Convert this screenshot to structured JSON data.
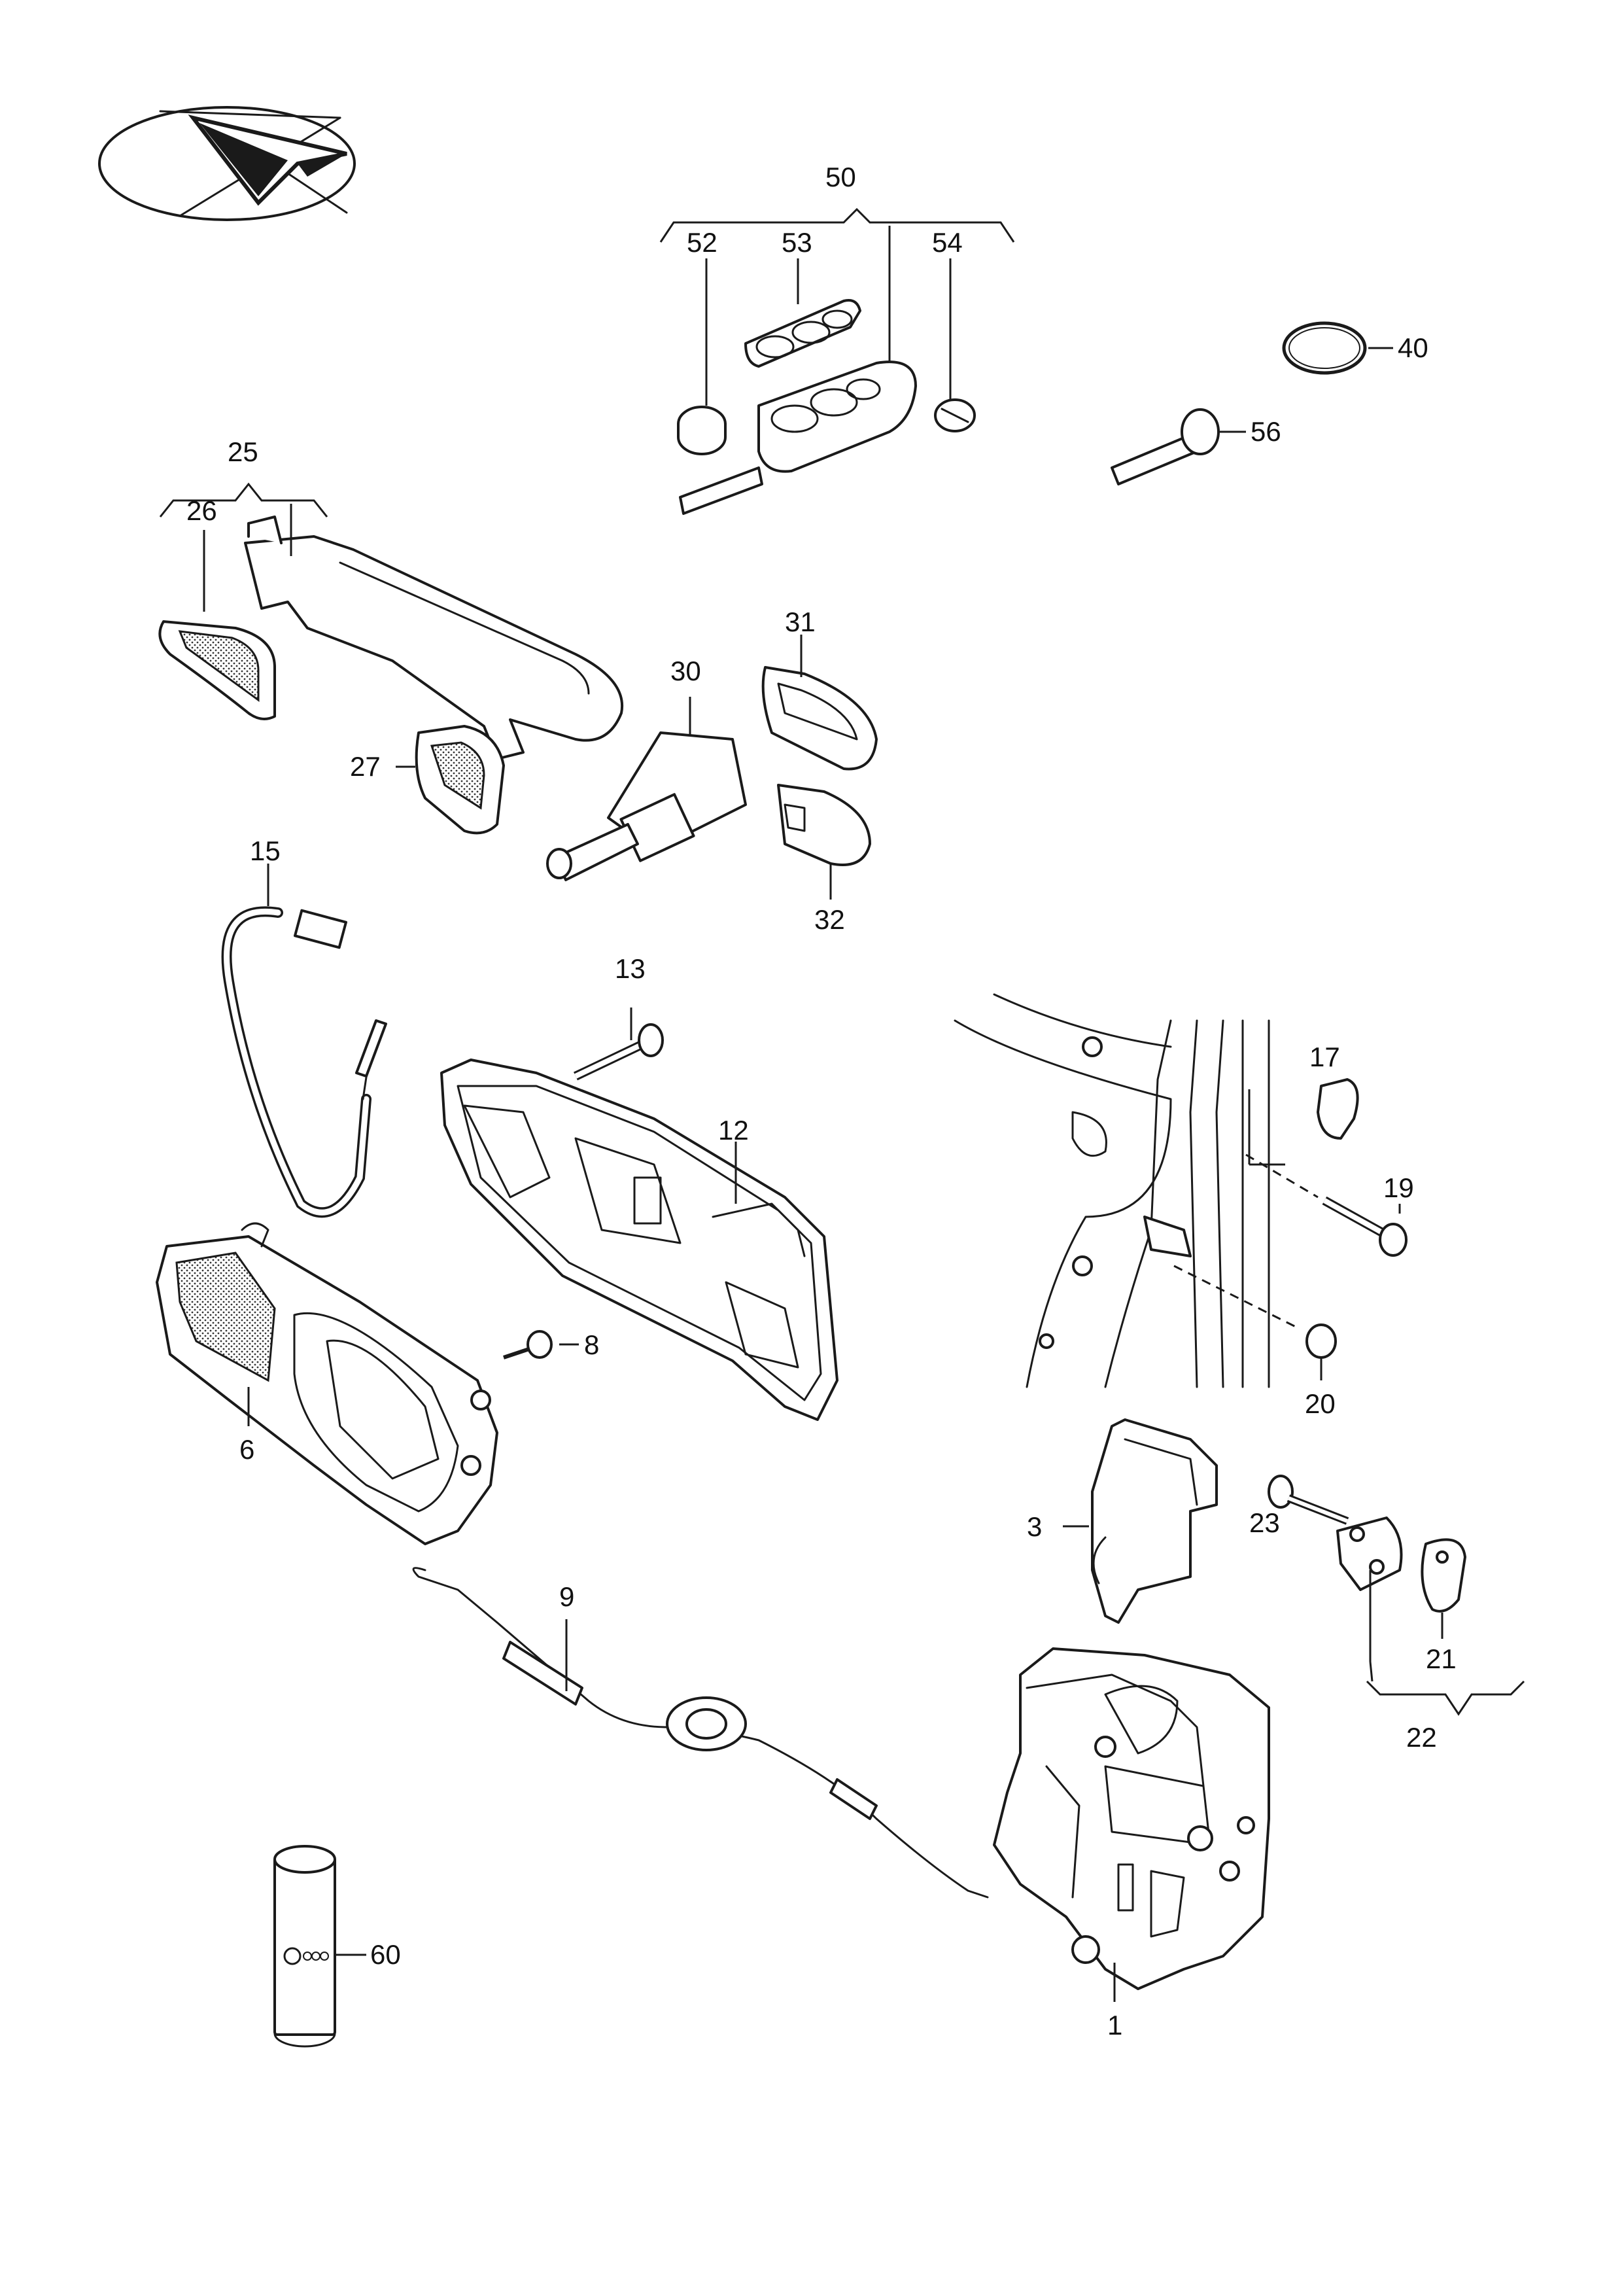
{
  "labels": {
    "p50": "50",
    "p52": "52",
    "p53": "53",
    "p54": "54",
    "p40": "40",
    "p56": "56",
    "p25": "25",
    "p26": "26",
    "p27": "27",
    "p30": "30",
    "p31": "31",
    "p32": "32",
    "p15": "15",
    "p13": "13",
    "p12": "12",
    "p17": "17",
    "p19": "19",
    "p20": "20",
    "p8": "8",
    "p6": "6",
    "p3": "3",
    "p23": "23",
    "p21": "21",
    "p22": "22",
    "p9": "9",
    "p1": "1",
    "p60": "60"
  },
  "icons": {
    "orientation": "direction-arrow-icon",
    "grease": "vw-logo-icon"
  }
}
